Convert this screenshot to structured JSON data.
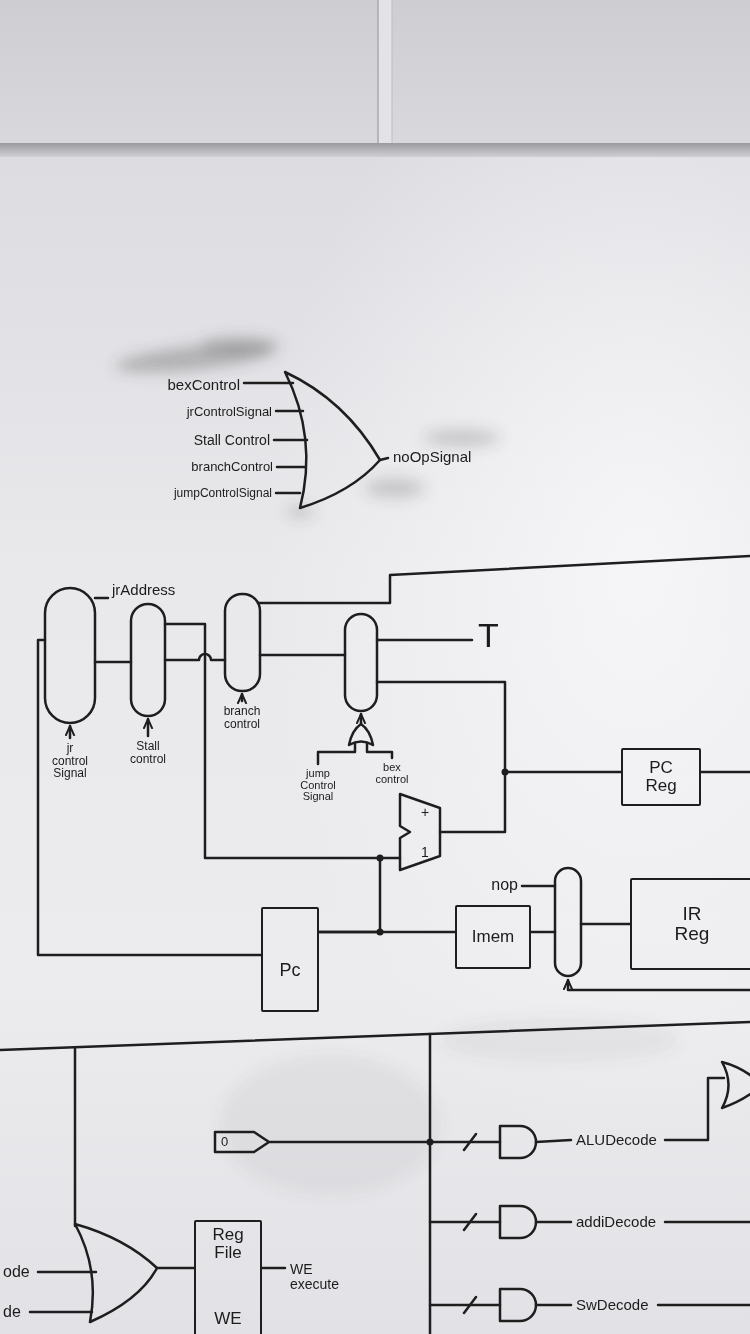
{
  "diagram": {
    "nodes": [
      {
        "text": [
          "PC Reg"
        ]
      },
      {
        "text": [
          "+",
          "1"
        ]
      },
      {
        "text": [
          "IR Reg"
        ]
      },
      {
        "text": [
          "Imem"
        ]
      },
      {
        "text": [
          "Pc"
        ]
      },
      {
        "text": [
          "0"
        ]
      },
      {
        "text": [
          "Reg File",
          "WE"
        ]
      }
    ],
    "edges": [
      {
        "from": 4,
        "to": 3,
        "arrow": "none"
      },
      {
        "from": 4,
        "to": 1,
        "arrow": "none"
      },
      {
        "from": 1,
        "to": 0,
        "arrow": "none"
      }
    ],
    "labels": [
      "bexControl",
      "jrControlSignal",
      "Stall Control",
      "branchControl",
      "jumpControlSignal",
      "noOpSignal",
      "jrAddress",
      "T",
      "jr control Signal",
      "Stall control",
      "branch control",
      "jump Control Signal",
      "bex control",
      "nop",
      "ALUDecode",
      "addiDecode",
      "SwDecode",
      "ode",
      "de",
      "WE execute"
    ]
  }
}
